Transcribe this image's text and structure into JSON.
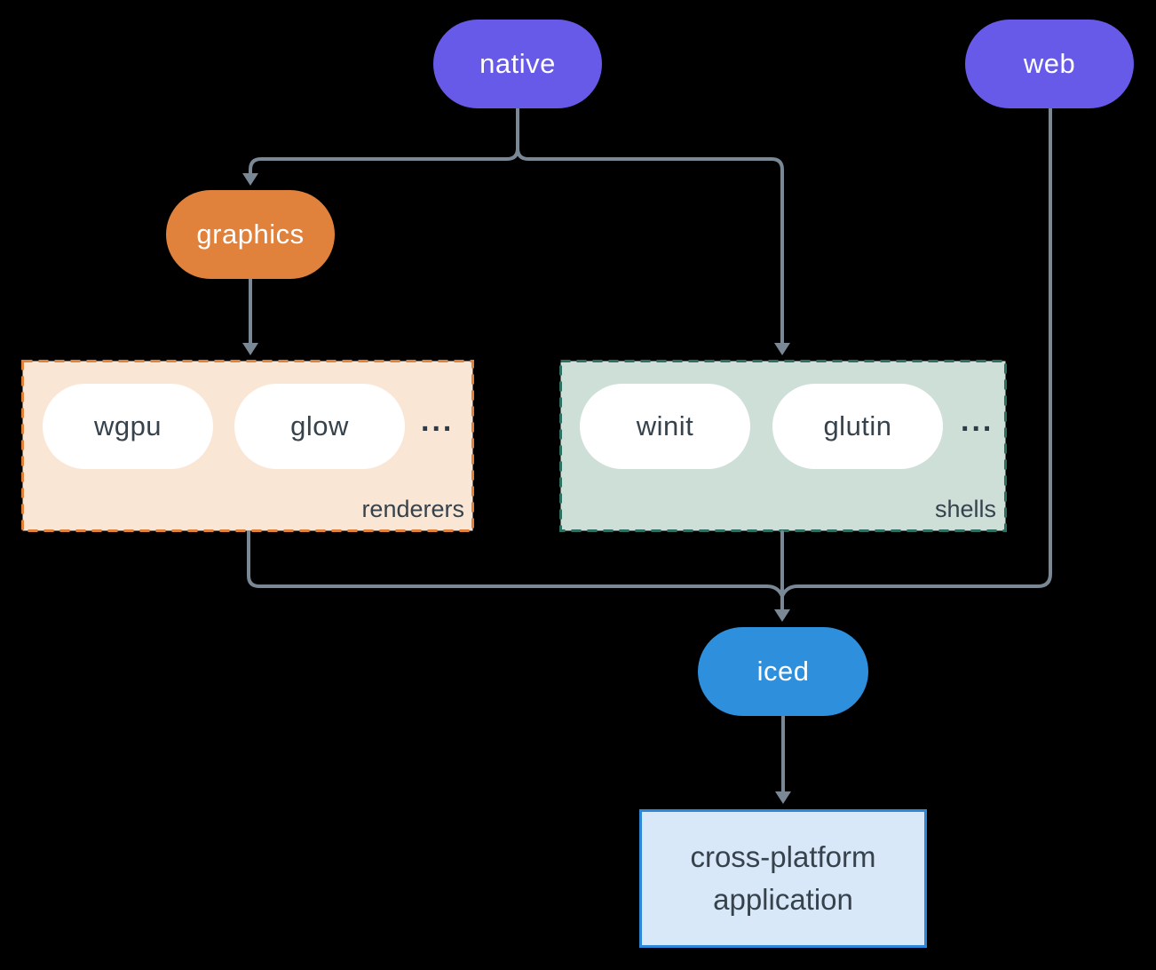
{
  "canvas": {
    "background": "#000000"
  },
  "colors": {
    "platform_pill": "#675AE9",
    "graphics_pill": "#E0813C",
    "iced_pill": "#2E8FDC",
    "renderers_fill": "#FAE6D5",
    "renderers_border": "#E0813C",
    "shells_fill": "#CEDFD8",
    "shells_border": "#2E6F61",
    "application_fill": "#D8E8F8",
    "application_border": "#2E86D8",
    "pill_text_light": "#FFFFFF",
    "text_dark": "#36424C",
    "connector": "#7A8895"
  },
  "nodes": {
    "native": {
      "label": "native"
    },
    "web": {
      "label": "web"
    },
    "graphics": {
      "label": "graphics"
    },
    "iced": {
      "label": "iced"
    },
    "renderers": {
      "label": "renderers",
      "items": [
        "wgpu",
        "glow"
      ],
      "more": "..."
    },
    "shells": {
      "label": "shells",
      "items": [
        "winit",
        "glutin"
      ],
      "more": "..."
    },
    "application": {
      "line1": "cross-platform",
      "line2": "application"
    }
  }
}
